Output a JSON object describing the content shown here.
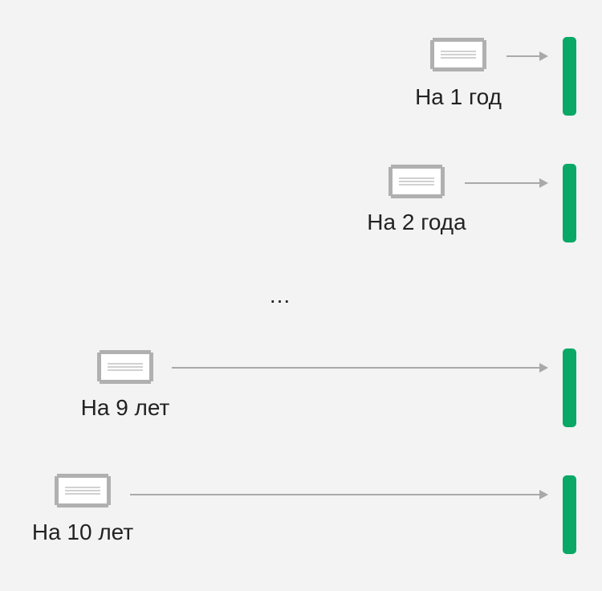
{
  "colors": {
    "background": "#f3f3f3",
    "maturity_bar": "#0aa866",
    "arrow": "#a9a9a9",
    "bond_frame": "#b0b0b0",
    "label_text": "#222222"
  },
  "rows": [
    {
      "label": "На 1 год"
    },
    {
      "label": "На 2 года"
    },
    {
      "label": "На 9 лет"
    },
    {
      "label": "На 10 лет"
    }
  ],
  "ellipsis": "...",
  "icons": {
    "bond": "bond-certificate-icon"
  }
}
